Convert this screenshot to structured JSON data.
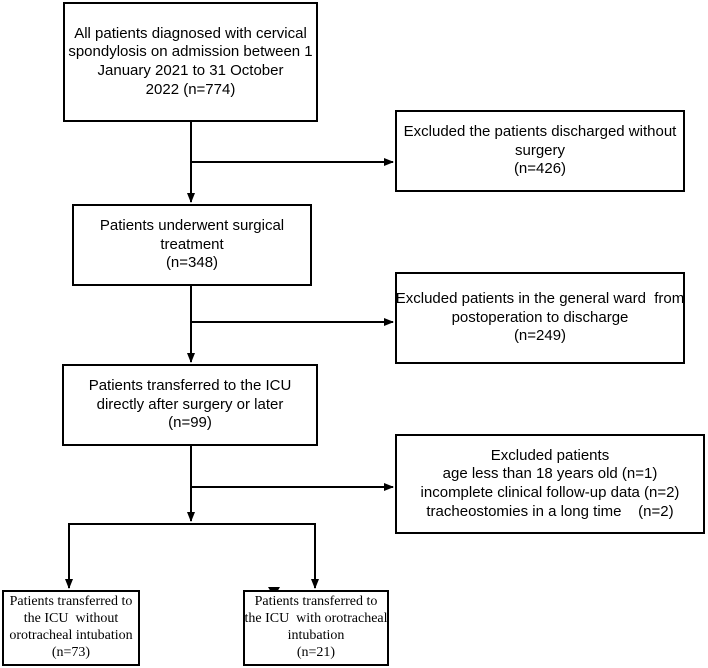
{
  "nodes": {
    "all_patients": [
      "All patients diagnosed with cervical",
      "spondylosis on admission between 1",
      "January 2021 to 31 October",
      "2022 (n=774)"
    ],
    "excluded_no_surgery": [
      "Excluded the patients discharged without",
      "surgery",
      "(n=426)"
    ],
    "surgical_treatment": [
      "Patients underwent surgical",
      "treatment",
      "(n=348)"
    ],
    "excluded_general_ward": [
      "Excluded patients in the general ward  from",
      "postoperation to discharge",
      "(n=249)"
    ],
    "transferred_icu": [
      "Patients transferred to the ICU",
      "directly after surgery or later",
      "(n=99)"
    ],
    "excluded_patients": [
      "Excluded patients",
      "age less than 18 years old (n=1)",
      "incomplete clinical follow-up data (n=2)",
      "tracheostomies in a long time    (n=2)"
    ],
    "icu_without_intubation": [
      "Patients transferred to",
      "the ICU  without",
      "orotracheal intubation",
      "(n=73)"
    ],
    "icu_with_intubation": [
      "Patients transferred to",
      "the ICU  with orotracheal",
      "intubation",
      "(n=21)"
    ]
  },
  "colors": {
    "line": "#000000",
    "box_border": "#000000",
    "background": "#ffffff"
  }
}
